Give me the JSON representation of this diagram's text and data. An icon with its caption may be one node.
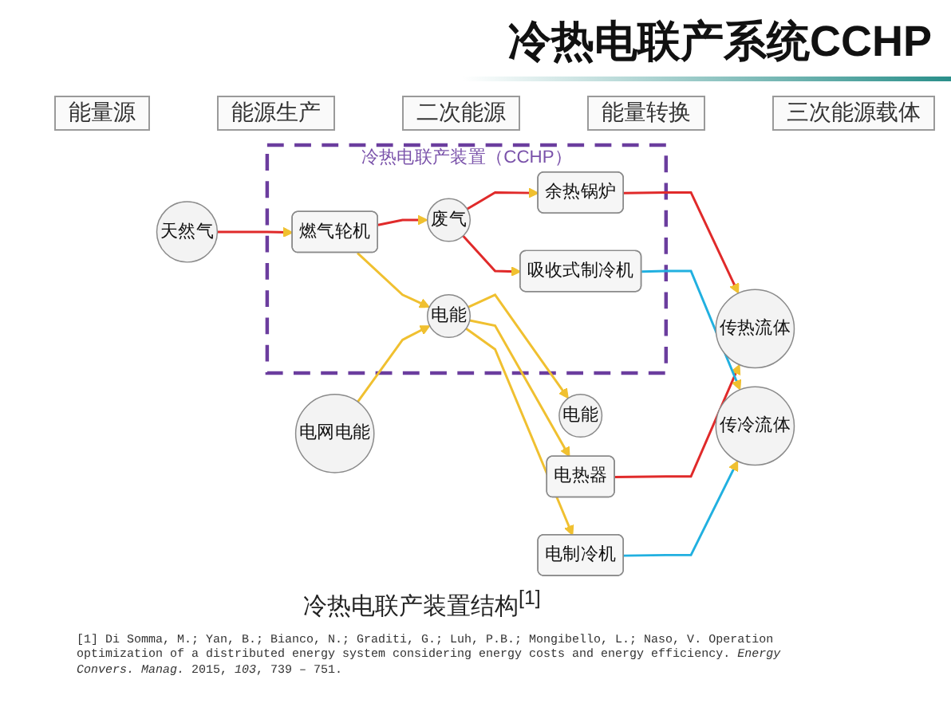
{
  "diagram": {
    "title": "冷热电联产系统CCHP",
    "caption": "冷热电联产装置结构$^{[1]}$",
    "nodes": [
      {
        "text": [
          "电网电能"
        ]
      },
      {
        "text": [
          "天然气"
        ]
      },
      {
        "text": [
          "冷热电联产装置（CCHP）"
        ]
      },
      {
        "text": [
          "燃气轮机"
        ],
        "in": 2
      },
      {
        "text": [
          "电能"
        ],
        "in": 2
      },
      {
        "text": [
          "废气"
        ],
        "in": 2
      },
      {
        "text": [
          "余热锅炉"
        ],
        "in": 2
      },
      {
        "text": [
          "吸收式制冷机"
        ],
        "in": 2
      },
      {
        "text": [
          "电热器"
        ]
      },
      {
        "text": [
          "电制冷机"
        ]
      },
      {
        "text": [
          "电能"
        ]
      },
      {
        "text": [
          "传热流体"
        ]
      },
      {
        "text": [
          "传冷流体"
        ]
      }
    ],
    "edges": [
      {
        "from": 0,
        "to": 4,
        "arrow": "to",
        "color": "#f0c030"
      },
      {
        "from": 1,
        "to": 3,
        "arrow": "to",
        "color": "#e02a2a"
      },
      {
        "from": 3,
        "to": 5,
        "arrow": "to",
        "color": "#e02a2a"
      },
      {
        "from": 3,
        "to": 4,
        "arrow": "to",
        "color": "#f0c030"
      },
      {
        "from": 4,
        "to": 10,
        "arrow": "to",
        "color": "#f0c030"
      },
      {
        "from": 4,
        "to": 8,
        "arrow": "to",
        "color": "#f0c030"
      },
      {
        "from": 4,
        "to": 9,
        "arrow": "to",
        "color": "#f0c030"
      },
      {
        "from": 5,
        "to": 6,
        "arrow": "to",
        "color": "#e02a2a"
      },
      {
        "from": 5,
        "to": 7,
        "arrow": "to",
        "color": "#e02a2a"
      },
      {
        "from": 6,
        "to": 11,
        "arrow": "to",
        "color": "#e02a2a"
      },
      {
        "from": 8,
        "to": 11,
        "arrow": "to",
        "color": "#e02a2a"
      },
      {
        "from": 7,
        "to": 12,
        "arrow": "to",
        "color": "#21b0e0"
      },
      {
        "from": 9,
        "to": 12,
        "arrow": "to",
        "color": "#21b0e0"
      }
    ],
    "labels": [
      "能量源",
      "能源生产",
      "二次能源",
      "能量转换",
      "三次能源载体",
      "[1] Di Somma, M.; Yan, B.; Bianco, N.; Graditi, G.; Luh, P.B.; Mongibello, L.; Naso, V. Operation optimization of a distributed energy system considering energy costs and energy efficiency. *Energy Convers. Manag.* 2015, *103*, 739 – 751."
    ]
  }
}
